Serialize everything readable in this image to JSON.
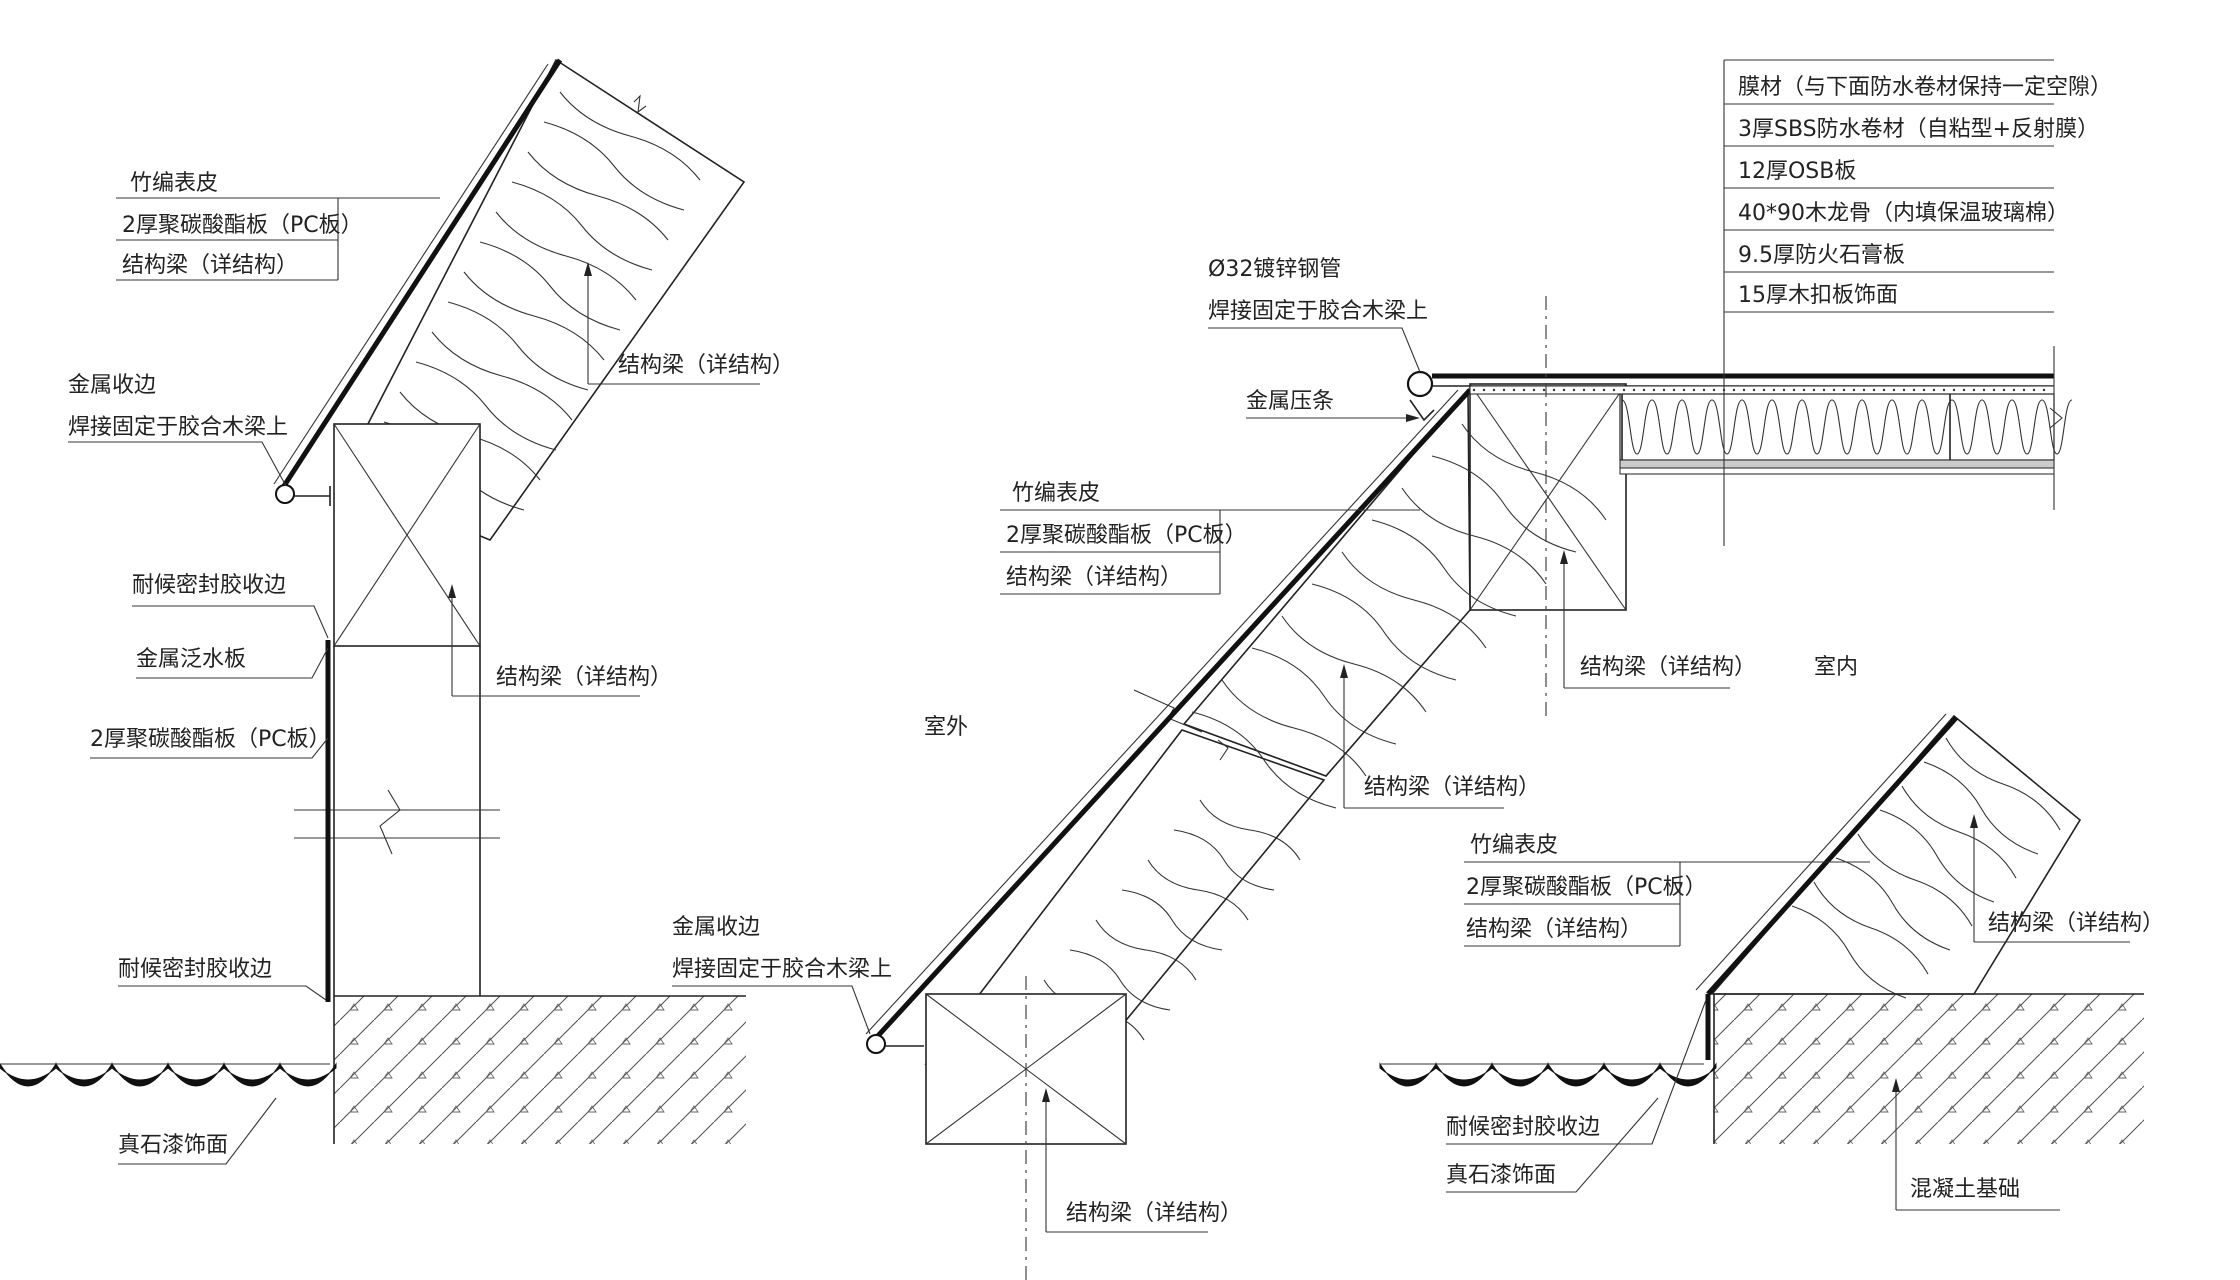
{
  "detail_left": {
    "labels": [
      "竹编表皮",
      "2厚聚碳酸酯板（PC板）",
      "结构梁（详结构）"
    ],
    "beam_label": "结构梁（详结构）",
    "edge_label_1": "金属收边",
    "edge_label_2": "焊接固定于胶合木梁上",
    "sealant_top": "耐候密封胶收边",
    "flashing": "金属泛水板",
    "pc_board": "2厚聚碳酸酯板（PC板）",
    "post_beam": "结构梁（详结构）",
    "sealant_bottom": "耐候密封胶收边",
    "stone_paint": "真石漆饰面"
  },
  "detail_middle": {
    "pipe_1": "Ø32镀锌钢管",
    "pipe_2": "焊接固定于胶合木梁上",
    "metal_strip": "金属压条",
    "labels": [
      "竹编表皮",
      "2厚聚碳酸酯板（PC板）",
      "结构梁（详结构）"
    ],
    "outside": "室外",
    "inside": "室内",
    "beam_upper": "结构梁（详结构）",
    "beam_slope": "结构梁（详结构）",
    "edge_label_1": "金属收边",
    "edge_label_2": "焊接固定于胶合木梁上",
    "beam_bottom": "结构梁（详结构）"
  },
  "roof_layers": [
    "膜材（与下面防水卷材保持一定空隙）",
    "3厚SBS防水卷材（自粘型+反射膜）",
    "12厚OSB板",
    "40*90木龙骨（内填保温玻璃棉）",
    "9.5厚防火石膏板",
    "15厚木扣板饰面"
  ],
  "detail_right": {
    "labels": [
      "竹编表皮",
      "2厚聚碳酸酯板（PC板）",
      "结构梁（详结构）"
    ],
    "beam_label": "结构梁（详结构）",
    "sealant": "耐候密封胶收边",
    "stone_paint": "真石漆饰面",
    "foundation": "混凝土基础"
  }
}
